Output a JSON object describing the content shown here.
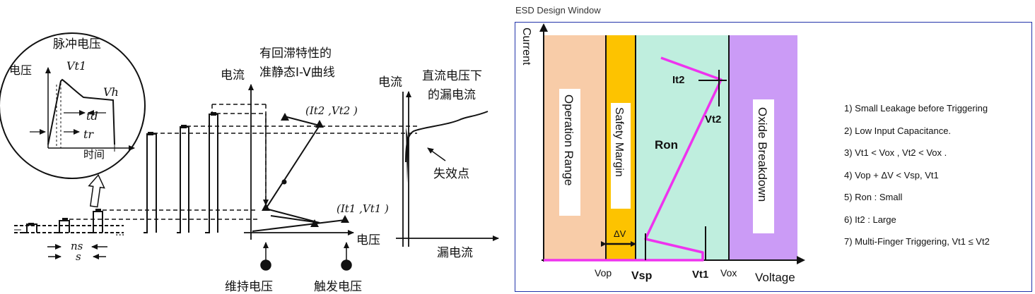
{
  "left_diagram": {
    "inset_title": "脉冲电压",
    "inset_y_label": "电压",
    "inset_vt1": "Vt1",
    "inset_vh": "Vh",
    "inset_td": "td",
    "inset_tr": "tr",
    "inset_x_label": "时间",
    "iv_title_line1": "有回滞特性的",
    "iv_title_line2": "准静态I-V曲线",
    "iv_y_label": "电流",
    "iv_x_label": "电压",
    "pt_2": "(It2 ,Vt2 )",
    "pt_1": "(It1 ,Vt1 )",
    "hold_label": "维持电压",
    "trig_label": "触发电压",
    "pulse_ns": "ns",
    "pulse_s": "s",
    "pulse_dots": "...",
    "leak_y_label": "电流",
    "leak_title_line1": "直流电压下",
    "leak_title_line2": "的漏电流",
    "leak_fail": "失效点",
    "leak_x_label": "漏电流"
  },
  "esd_window": {
    "title": "ESD Design Window",
    "y_axis": "Current",
    "x_axis": "Voltage",
    "regions": {
      "operation": "Operation Range",
      "safety": "Safety Margin",
      "oxide": "Oxide Breakdown"
    },
    "labels": {
      "it2": "It2",
      "vt2": "Vt2",
      "ron": "Ron",
      "delta_v": "ΔV",
      "vop": "Vop",
      "vsp": "Vsp",
      "vt1": "Vt1",
      "vox": "Vox"
    },
    "colors": {
      "operation": "#f8cca8",
      "safety": "#fdc300",
      "green": "#bfeede",
      "oxide": "#cb9bf6",
      "curve": "#ee33ee",
      "frame": "#2233aa"
    },
    "requirements": [
      "1) Small Leakage before Triggering",
      "2) Low Input Capacitance.",
      "3) Vt1 < Vox ,  Vt2 < Vox .",
      "4) Vop + ΔV < Vsp, Vt1",
      "5) Ron : Small",
      "6) It2 : Large",
      "7) Multi-Finger Triggering,  Vt1 ≤ Vt2"
    ]
  }
}
